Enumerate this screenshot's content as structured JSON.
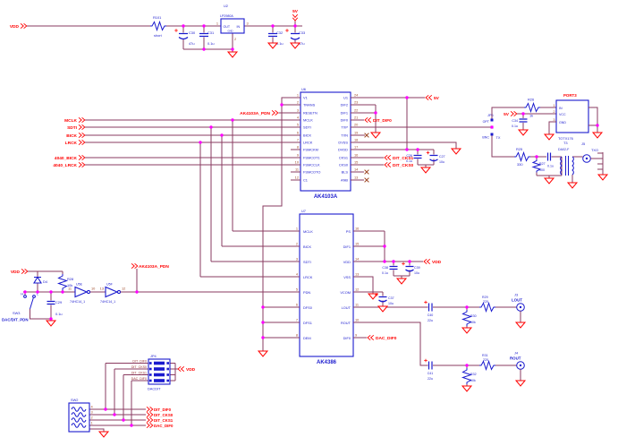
{
  "power": {
    "vdd": "VDD",
    "v5": "5V",
    "r101": {
      "ref": "R101",
      "val": "short"
    },
    "c30": {
      "ref": "C30",
      "val": "47u"
    },
    "c31": {
      "ref": "C31",
      "val": "0.1u"
    },
    "u2": {
      "ref": "U2",
      "part": "LP2980A",
      "out": "OUT",
      "in": "IN",
      "gnd": "GND",
      "p1": "1",
      "p2": "2",
      "p3": "3"
    },
    "c32": {
      "ref": "C32",
      "val": "0.1u"
    },
    "c33": {
      "ref": "C33",
      "val": "47u"
    }
  },
  "nets": {
    "mclk": "MCLK",
    "sdti": "SDTI",
    "bick": "BICK",
    "lrck": "LRCK",
    "bick4040": "4040_BICK",
    "lrck4040": "4040_LRCK",
    "ak4103a_pdn": "AK4103A_PDN",
    "dit_dif0": "DIT_DIF0",
    "dit_cks1": "DIT_CKS1",
    "dit_cks0": "DIT_CKS0",
    "dac_dif0": "DAC_DIF0",
    "v5": "5V",
    "vdd": "VDD"
  },
  "u6": {
    "ref": "U6",
    "part": "AK4103A",
    "left": [
      {
        "n": "1",
        "name": "V1"
      },
      {
        "n": "2",
        "name": "TRANS"
      },
      {
        "n": "3",
        "name": "RESETN"
      },
      {
        "n": "4",
        "name": "MCLK"
      },
      {
        "n": "5",
        "name": "SDTI"
      },
      {
        "n": "6",
        "name": "BICK"
      },
      {
        "n": "7",
        "name": "LRCK"
      },
      {
        "n": "8",
        "name": "FSMCKM"
      },
      {
        "n": "9",
        "name": "FSMCOT1"
      },
      {
        "n": "10",
        "name": "FSMCCLK"
      },
      {
        "n": "11",
        "name": "FSMCOTO"
      },
      {
        "n": "12",
        "name": "C1"
      }
    ],
    "right": [
      {
        "n": "24",
        "name": "U1"
      },
      {
        "n": "23",
        "name": "DIF2"
      },
      {
        "n": "22",
        "name": "DIF1"
      },
      {
        "n": "21",
        "name": "DIF0"
      },
      {
        "n": "20",
        "name": "TXP"
      },
      {
        "n": "19",
        "name": "TXN"
      },
      {
        "n": "18",
        "name": "DVSS"
      },
      {
        "n": "17",
        "name": "DVDD"
      },
      {
        "n": "16",
        "name": "CKS1"
      },
      {
        "n": "15",
        "name": "CKS0"
      },
      {
        "n": "14",
        "name": "BLS"
      },
      {
        "n": "13",
        "name": "ANB"
      }
    ]
  },
  "u6_caps": {
    "c26": {
      "ref": "C26",
      "val": "0.1u"
    },
    "c27": {
      "ref": "C27",
      "val": "10u"
    }
  },
  "jp6": {
    "ref": "JP6",
    "opt": "OPT",
    "tx": "TX",
    "bnc": "BNC"
  },
  "optical": {
    "port": "PORT3",
    "part": "TOTX176",
    "r26": {
      "ref": "R26",
      "val": "1k"
    },
    "c34": {
      "ref": "C34",
      "val": "0.1u"
    },
    "pin_in": "IN",
    "pin_vcc": "VCC",
    "pin_gnd": "GND",
    "p1": "1",
    "p2": "2",
    "p3": "3"
  },
  "coax": {
    "r25": {
      "ref": "R25",
      "val": "330"
    },
    "r27": {
      "ref": "R27",
      "val": "100"
    },
    "c35": {
      "val": "0.1u"
    },
    "t3": {
      "ref": "T3",
      "part": "DA02-F"
    },
    "j5": {
      "ref": "J5",
      "label": "TXO"
    }
  },
  "u7": {
    "ref": "U7",
    "part": "AK4386",
    "left": [
      {
        "n": "1",
        "name": "MCLK"
      },
      {
        "n": "2",
        "name": "BICK"
      },
      {
        "n": "3",
        "name": "SDTI"
      },
      {
        "n": "4",
        "name": "LRCK"
      },
      {
        "n": "5",
        "name": "PDN"
      },
      {
        "n": "6",
        "name": "DFS0"
      },
      {
        "n": "7",
        "name": "DFS1"
      },
      {
        "n": "8",
        "name": "DEM"
      }
    ],
    "right": [
      {
        "n": "16",
        "name": "PS"
      },
      {
        "n": "15",
        "name": "DIF1"
      },
      {
        "n": "14",
        "name": "VDD"
      },
      {
        "n": "13",
        "name": "VSS"
      },
      {
        "n": "12",
        "name": "VCOM"
      },
      {
        "n": "11",
        "name": "LOUT"
      },
      {
        "n": "10",
        "name": "ROUT"
      },
      {
        "n": "9",
        "name": "DIF0"
      }
    ]
  },
  "u7_parts": {
    "c38": {
      "ref": "C38",
      "val": "0.1u"
    },
    "c39": {
      "ref": "C39",
      "val": "10u"
    },
    "c37": {
      "ref": "C37",
      "val": "10u"
    },
    "c40": {
      "ref": "C40",
      "val": "22u"
    },
    "c41": {
      "ref": "C41",
      "val": "22u"
    },
    "r29": {
      "ref": "R29",
      "val": "220"
    },
    "r30": {
      "ref": "R30",
      "val": "10k"
    },
    "r31": {
      "ref": "R31",
      "val": "220"
    },
    "r32": {
      "ref": "R32",
      "val": "10k"
    },
    "j3": {
      "ref": "J3",
      "label": "LOUT"
    },
    "j4": {
      "ref": "J4",
      "label": "ROUT"
    }
  },
  "pdn": {
    "d4": "D4",
    "r28": {
      "ref": "R28",
      "val": "10k"
    },
    "c29": {
      "ref": "C29",
      "val": "0.1u"
    },
    "sw3": {
      "ref": "SW3",
      "name": "DAC/DIT_PDN",
      "h": "H",
      "l": "L"
    },
    "inv1": {
      "ref": "U5E",
      "part": "74HC14_1",
      "pin_in": "11",
      "pin_out": "10"
    },
    "inv2": {
      "ref": "U5F",
      "part": "74HC14_1",
      "pin_in": "13",
      "pin_out": "12"
    }
  },
  "jp4": {
    "ref": "JP4",
    "part": "DACDIT",
    "rows": [
      "DIT_DIF0",
      "DIT_CKS0",
      "DIT_CKS1",
      "DAC_DIF0"
    ]
  },
  "sw2": {
    "ref": "SW2",
    "pins": [
      "4",
      "3",
      "2",
      "1"
    ],
    "nets": [
      "DIT_DIF0",
      "DIT_CKS0",
      "DIT_CKS1",
      "DAC_DIF0"
    ]
  },
  "colors": {
    "wire": "#8a3b60",
    "component": "#1a1ace",
    "net_label": "#ff0000",
    "junction": "#ff00ff",
    "pin_number": "#a04a28"
  }
}
